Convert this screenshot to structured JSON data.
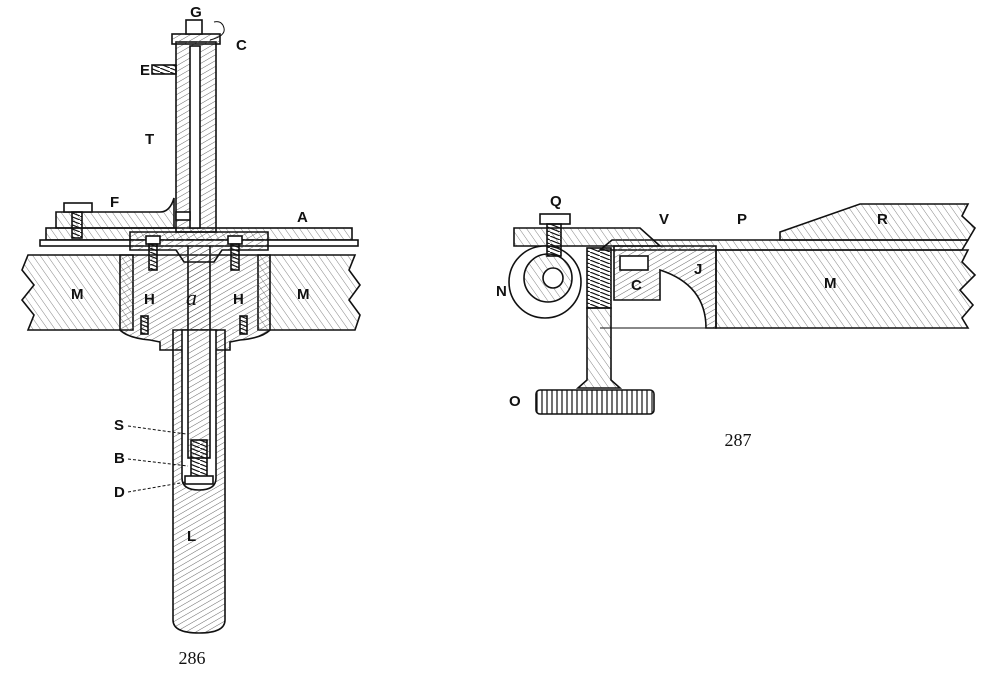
{
  "figures": [
    {
      "id": "286",
      "caption": "286",
      "labels": {
        "G": "G",
        "C": "C",
        "E": "E",
        "T": "T",
        "F": "F",
        "A": "A",
        "M": "M",
        "H": "H",
        "a": "a",
        "S": "S",
        "B": "B",
        "D": "D",
        "L": "L"
      }
    },
    {
      "id": "287",
      "caption": "287",
      "labels": {
        "Q": "Q",
        "V": "V",
        "P": "P",
        "R": "R",
        "N": "N",
        "C": "C",
        "J": "J",
        "M": "M",
        "O": "O"
      }
    }
  ],
  "colors": {
    "ink": "#111111",
    "paper": "#ffffff",
    "hatch": "#555555"
  }
}
